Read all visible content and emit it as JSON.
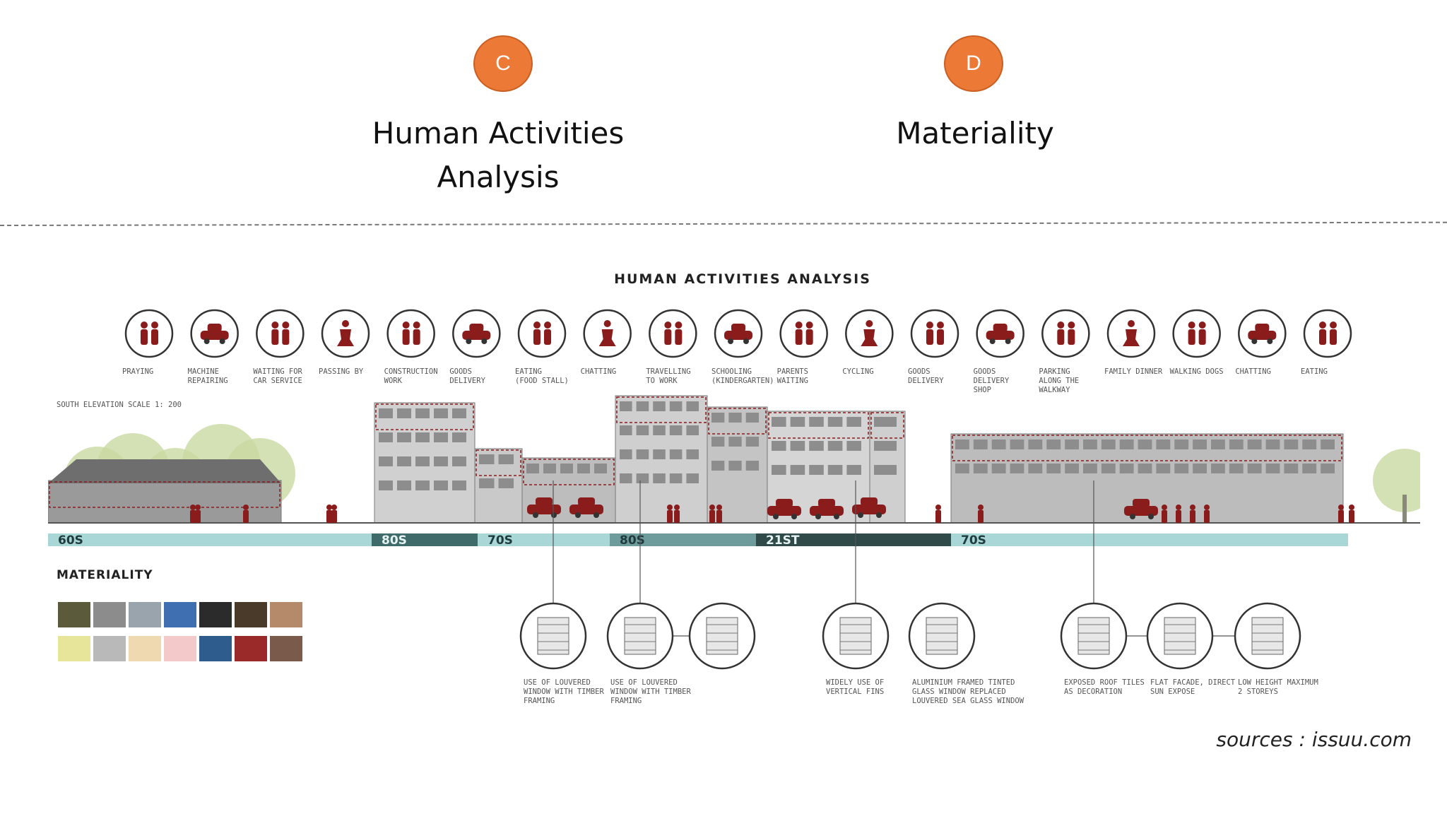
{
  "sections": [
    {
      "badge": "C",
      "title_line1": "Human Activities",
      "title_line2": "Analysis"
    },
    {
      "badge": "D",
      "title_line1": "Materiality",
      "title_line2": ""
    }
  ],
  "figure": {
    "title": "HUMAN ACTIVITIES ANALYSIS",
    "elevation_label": "SOUTH ELEVATION SCALE 1: 200",
    "materiality_title": "MATERIALITY",
    "activities": [
      {
        "label": "PRAYING"
      },
      {
        "label": "MACHINE\nREPAIRING"
      },
      {
        "label": "WAITING FOR\nCAR SERVICE"
      },
      {
        "label": "PASSING BY"
      },
      {
        "label": "CONSTRUCTION\nWORK"
      },
      {
        "label": "GOODS DELIVERY"
      },
      {
        "label": "EATING\n(FOOD STALL)"
      },
      {
        "label": "CHATTING"
      },
      {
        "label": "TRAVELLING\nTO WORK"
      },
      {
        "label": "SCHOOLING\n(KINDERGARTEN)"
      },
      {
        "label": "PARENTS\nWAITING"
      },
      {
        "label": "CYCLING"
      },
      {
        "label": "GOODS DELIVERY"
      },
      {
        "label": "GOODS DELIVERY\nSHOP"
      },
      {
        "label": "PARKING\nALONG THE\nWALKWAY"
      },
      {
        "label": "FAMILY DINNER"
      },
      {
        "label": "WALKING DOGS"
      },
      {
        "label": "CHATTING"
      },
      {
        "label": "EATING"
      }
    ],
    "eras": [
      {
        "label": "60S",
        "color": "#a9d6d6"
      },
      {
        "label": "80S",
        "color": "#3f6b6b"
      },
      {
        "label": "70S",
        "color": "#a9d6d6"
      },
      {
        "label": "80S",
        "color": "#6e9c9c"
      },
      {
        "label": "21ST",
        "color": "#2f4a48"
      },
      {
        "label": "70S",
        "color": "#a9d6d6"
      }
    ],
    "materials": [
      {
        "label": "USE OF LOUVERED\nWINDOW WITH TIMBER\nFRAMING"
      },
      {
        "label": "USE OF LOUVERED\nWINDOW WITH TIMBER\nFRAMING"
      },
      {
        "label": ""
      },
      {
        "label": "WIDELY USE OF\nVERTICAL FINS"
      },
      {
        "label": "ALUMINIUM FRAMED TINTED\nGLASS WINDOW REPLACED\nLOUVERED SEA GLASS WINDOW"
      },
      {
        "label": "EXPOSED ROOF TILES\nAS DECORATION"
      },
      {
        "label": "FLAT FACADE, DIRECT\nSUN EXPOSE"
      },
      {
        "label": "LOW HEIGHT MAXIMUM\n2 STOREYS"
      }
    ],
    "swatch_colors": [
      "#5b5a3a",
      "#8c8c8c",
      "#9aa4ad",
      "#3f6fb0",
      "#2b2b2b",
      "#4a3a2a",
      "#b58a6a",
      "#e6e59a",
      "#b9b9b9",
      "#eed9b0",
      "#f3c9c9",
      "#2e5c8c",
      "#9a2a2a",
      "#7a5a4a"
    ],
    "accent_color": "#8a1c1c"
  },
  "source": "sources : issuu.com"
}
